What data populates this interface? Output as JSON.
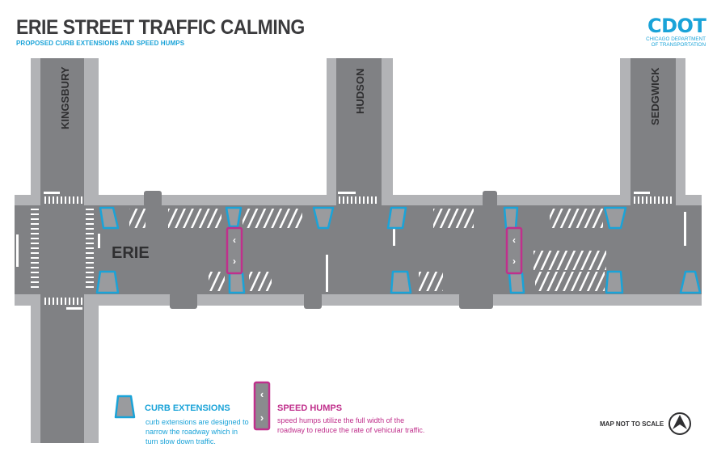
{
  "header": {
    "title": "ERIE STREET TRAFFIC CALMING",
    "subtitle": "PROPOSED CURB EXTENSIONS AND SPEED HUMPS"
  },
  "logo": {
    "wordmark": "CDOT",
    "tagline_line1": "CHICAGO DEPARTMENT",
    "tagline_line2": "OF TRANSPORTATION"
  },
  "streets": {
    "main": "ERIE",
    "cross": [
      "KINGSBURY",
      "HUDSON",
      "SEDGWICK"
    ]
  },
  "legend": {
    "curb_title": "CURB EXTENSIONS",
    "curb_text": "curb extensions are designed to narrow the roadway which in turn slow down traffic.",
    "speed_title": "SPEED HUMPS",
    "speed_text": "speed humps utilize the full width of the roadway to reduce the rate of vehicular traffic."
  },
  "scale_note": "MAP NOT TO SCALE",
  "colors": {
    "road": "#808184",
    "sidewalk": "#b2b3b6",
    "curb_extension": "#1aa3d8",
    "speed_hump": "#c0308c",
    "marking": "#ffffff"
  },
  "icons": {
    "north": "north-arrow-icon",
    "curb": "curb-extension-icon",
    "speed": "speed-hump-icon"
  }
}
